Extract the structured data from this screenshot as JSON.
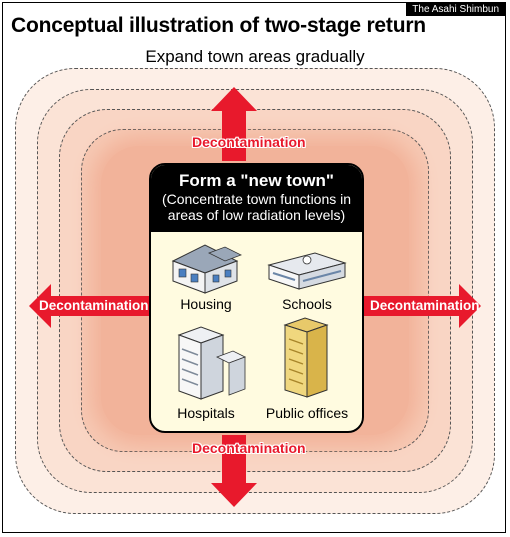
{
  "credit": "The Asahi Shimbun",
  "title": "Conceptual illustration of two-stage return",
  "subtitle": "Expand town areas gradually",
  "decontamination_labels": {
    "top": "Decontamination",
    "left": "Decontamination",
    "right": "Decontamination",
    "bottom": "Decontamination"
  },
  "new_town": {
    "title": "Form a \"new town\"",
    "description_line1": "(Concentrate town functions in",
    "description_line2": "areas of low radiation levels)"
  },
  "facilities": [
    {
      "label": "Housing",
      "icon": "house-icon"
    },
    {
      "label": "Schools",
      "icon": "school-icon"
    },
    {
      "label": "Hospitals",
      "icon": "hospital-icon"
    },
    {
      "label": "Public offices",
      "icon": "office-building-icon"
    }
  ],
  "colors": {
    "arrow_red": "#e8192c",
    "ring_fill_outer": "#fdefe7",
    "ring_fill_inner": "#f2b39a",
    "panel_fill": "#fffbe0",
    "office_gold": "#d9b44a"
  }
}
